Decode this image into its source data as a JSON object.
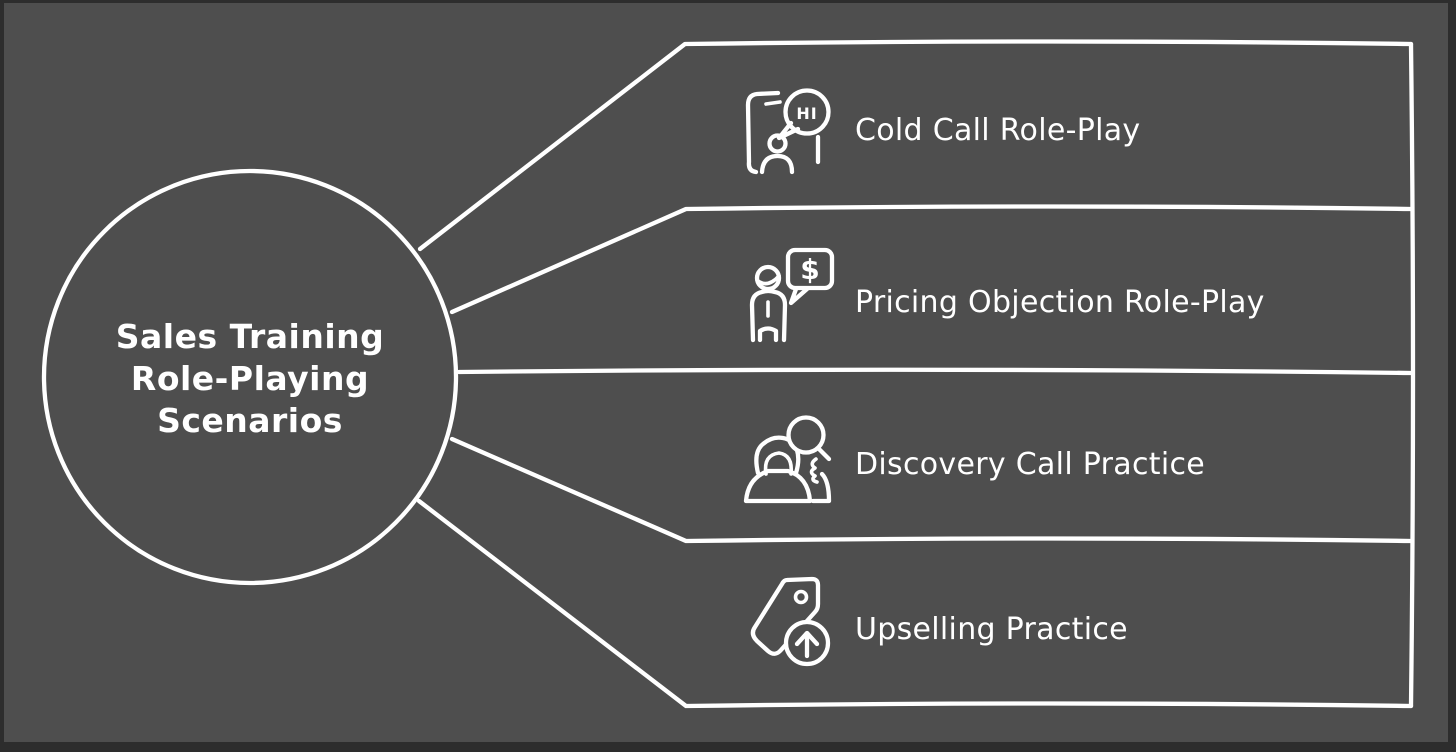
{
  "diagram": {
    "center": {
      "title": "Sales Training Role-Playing Scenarios"
    },
    "nodes": [
      {
        "label": "Cold Call Role-Play",
        "icon": "cold-call-icon",
        "bubble_text": "HI"
      },
      {
        "label": "Pricing Objection Role-Play",
        "icon": "pricing-objection-icon",
        "bubble_text": "$"
      },
      {
        "label": "Discovery Call Practice",
        "icon": "discovery-call-icon"
      },
      {
        "label": "Upselling Practice",
        "icon": "upselling-icon"
      }
    ]
  },
  "colors": {
    "background": "#4e4e4e",
    "frame": "#2d2d2d",
    "stroke": "#ffffff",
    "text": "#ffffff"
  }
}
